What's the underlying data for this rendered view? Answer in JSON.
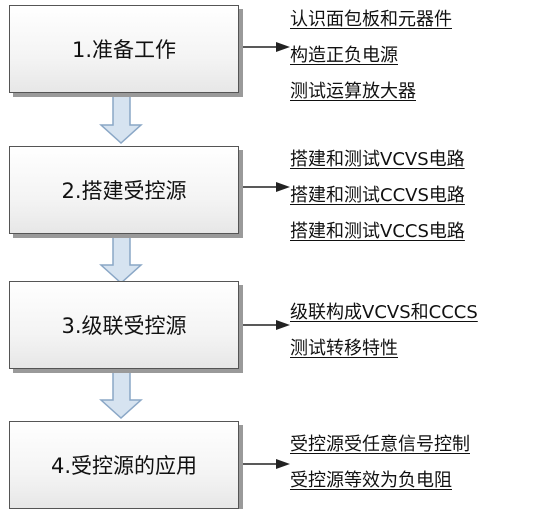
{
  "steps": [
    {
      "title": "1.准备工作",
      "items": [
        "认识面包板和元器件",
        "构造正负电源",
        "测试运算放大器"
      ]
    },
    {
      "title": "2.搭建受控源",
      "items": [
        "搭建和测试VCVS电路",
        "搭建和测试CCVS电路",
        "搭建和测试VCCS电路"
      ]
    },
    {
      "title": "3.级联受控源",
      "items": [
        "级联构成VCVS和CCCS",
        "测试转移特性"
      ]
    },
    {
      "title": "4.受控源的应用",
      "items": [
        "受控源受任意信号控制",
        "受控源等效为负电阻"
      ]
    }
  ],
  "colors": {
    "box_border": "#555555",
    "down_arrow_fill": "#d6e3f0",
    "down_arrow_stroke": "#8aa7c6",
    "connector": "#222222"
  }
}
